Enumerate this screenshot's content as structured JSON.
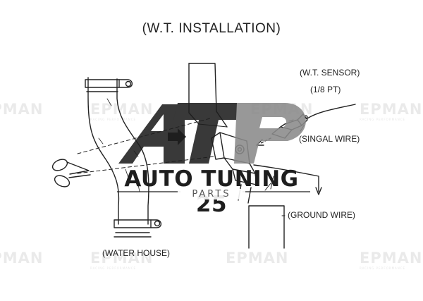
{
  "title": "(W.T. INSTALLATION)",
  "labels": {
    "sensor": "(W.T. SENSOR)",
    "thread": "(1/8 PT)",
    "signal_wire": "(SINGAL WIRE)",
    "ground_wire": "(GROUND WIRE)",
    "water_house": "(WATER HOUSE)"
  },
  "logo": {
    "mark": "ATP",
    "name": "AUTO TUNING 25",
    "sub": "PARTS"
  },
  "watermark": {
    "text": "EPMAN",
    "subtext": "RACING PERFORMANCE"
  },
  "colors": {
    "line": "#222222",
    "logo_dark": "#1e1e1e",
    "logo_gray": "#8a8a8a"
  }
}
